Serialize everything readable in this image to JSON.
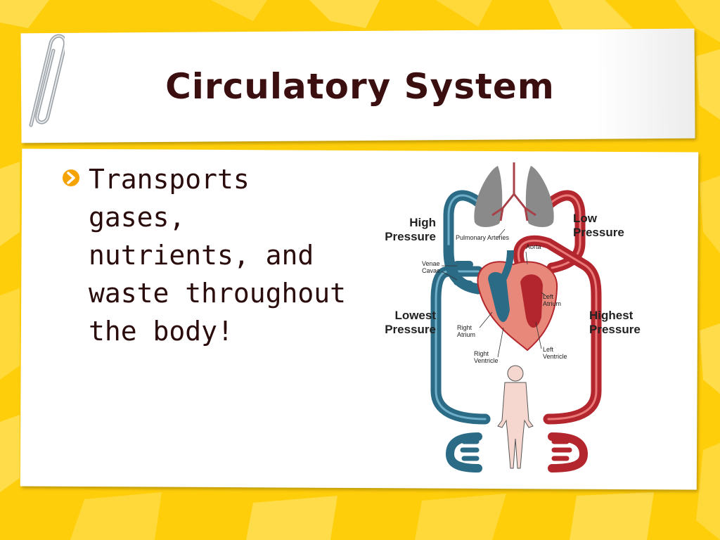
{
  "slide": {
    "title": "Circulatory System",
    "bullet": "Transports gases, nutrients, and waste throughout the body!"
  },
  "diagram": {
    "pressure_labels": {
      "high": [
        "High",
        "Pressure"
      ],
      "low": [
        "Low",
        "Pressure"
      ],
      "lowest": [
        "Lowest",
        "Pressure"
      ],
      "highest": [
        "Highest",
        "Pressure"
      ]
    },
    "parts": {
      "pulmonary_arteries": "Pulmonary Arteries",
      "aorta": "Aorta",
      "venae_cavae": [
        "Venae",
        "Cavae"
      ],
      "left_atrium": [
        "Left",
        "Atrium"
      ],
      "right_atrium": [
        "Right",
        "Atrium"
      ],
      "right_ventricle": [
        "Right",
        "Ventricle"
      ],
      "left_ventricle": [
        "Left",
        "Ventricle"
      ]
    }
  },
  "colors": {
    "background": "#ffce0a",
    "title_text": "#3b0f10",
    "oxygenated": "#b3262d",
    "deoxygenated": "#2b6b86",
    "heart": "#e8887a",
    "lungs": "#8a8a8a",
    "bullet_icon": "#f5a300"
  },
  "icons": {
    "bullet": "circle-arrow-right-icon",
    "paperclip": "paperclip-icon"
  }
}
